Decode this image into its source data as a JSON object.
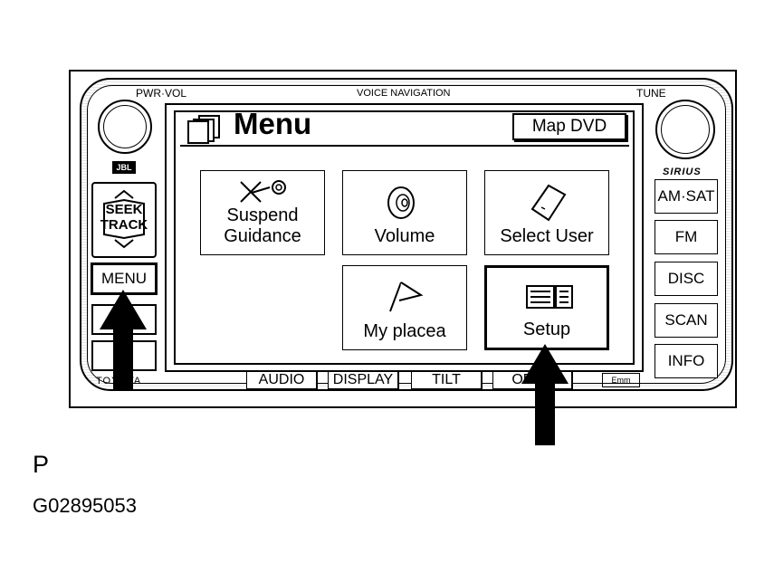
{
  "head_unit": {
    "pwr_vol_label": "PWR·VOL",
    "voice_navigation_label": "VOICE NAVIGATION",
    "tune_label": "TUNE",
    "jbl_badge": "JBL",
    "seek_track_label": "SEEK TRACK",
    "menu_button": "MENU",
    "brand_label": "TOYOTA",
    "sirius_logo": "SIRIUS",
    "right_buttons": [
      "AM·SAT",
      "FM",
      "DISC",
      "SCAN",
      "INFO"
    ],
    "bottom_buttons": [
      "AUDIO",
      "DISPLAY",
      "TILT",
      "OPEN"
    ],
    "small_label": "Emm"
  },
  "screen": {
    "title": "Menu",
    "map_dvd_button": "Map DVD",
    "tiles": [
      {
        "label_line1": "Suspend",
        "label_line2": "Guidance"
      },
      {
        "label_line1": "",
        "label_line2": "Volume"
      },
      {
        "label_line1": "",
        "label_line2": "Select User"
      },
      {
        "label_line1": "",
        "label_line2": "My placea"
      },
      {
        "label_line1": "",
        "label_line2": "Setup"
      }
    ]
  },
  "caption": {
    "letter": "P",
    "figure_id": "G02895053"
  }
}
